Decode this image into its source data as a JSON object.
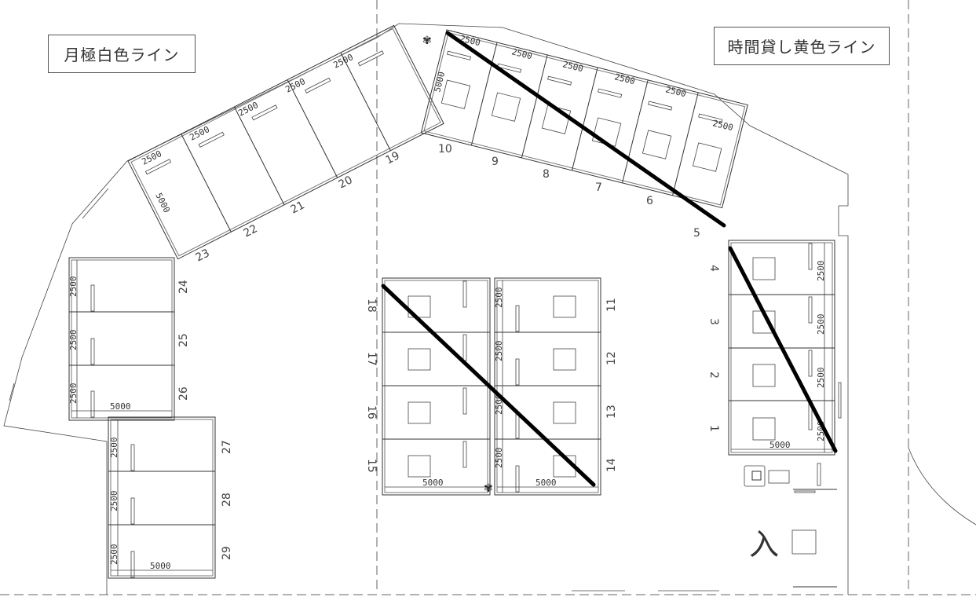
{
  "legend": {
    "monthly": "月極白色ライン",
    "hourly": "時間貸し黄色ライン"
  },
  "dimensions": {
    "bay_width": "2500",
    "bay_depth": "5000"
  },
  "spaces": {
    "s1": "1",
    "s2": "2",
    "s3": "3",
    "s4": "4",
    "s5": "5",
    "s6": "6",
    "s7": "7",
    "s8": "8",
    "s9": "9",
    "s10": "10",
    "s11": "11",
    "s12": "12",
    "s13": "13",
    "s14": "14",
    "s15": "15",
    "s16": "16",
    "s17": "17",
    "s18": "18",
    "s19": "19",
    "s20": "20",
    "s21": "21",
    "s22": "22",
    "s23": "23",
    "s24": "24",
    "s25": "25",
    "s26": "26",
    "s27": "27",
    "s28": "28",
    "s29": "29"
  },
  "entrance_label": "入",
  "colors": {
    "line": "#333333",
    "marker": "#000000",
    "background": "#ffffff"
  }
}
